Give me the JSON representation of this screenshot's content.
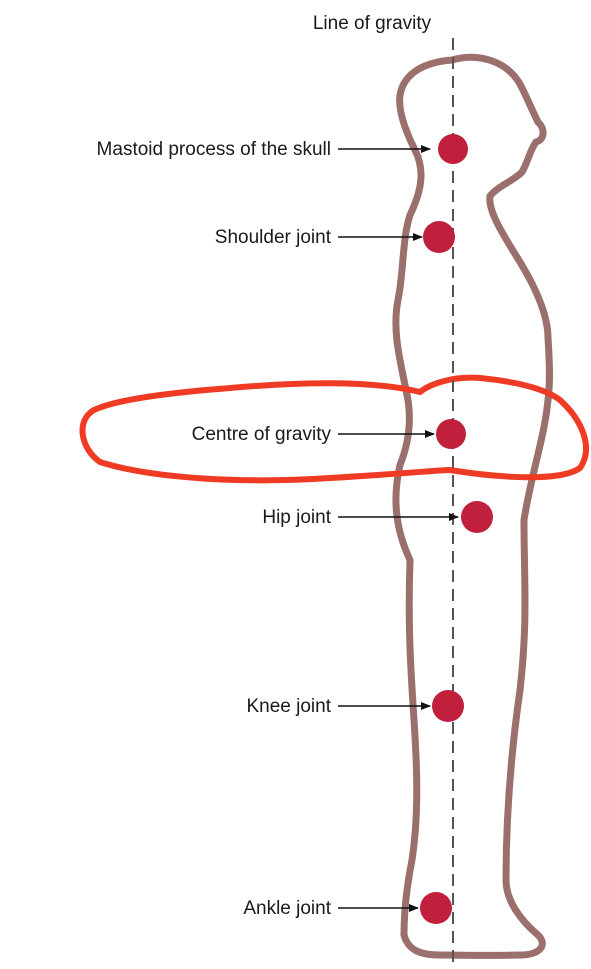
{
  "diagram": {
    "gravity_line_label": "Line of gravity",
    "labels": {
      "mastoid": "Mastoid process of the skull",
      "shoulder": "Shoulder joint",
      "centre": "Centre of gravity",
      "hip": "Hip joint",
      "knee": "Knee joint",
      "ankle": "Ankle joint"
    },
    "highlighted_label": "Centre of gravity",
    "colors": {
      "body_outline": "#9b706c",
      "joint_marker": "#c0203c",
      "highlight": "#ef3b24",
      "gravity_line": "#555555"
    }
  }
}
